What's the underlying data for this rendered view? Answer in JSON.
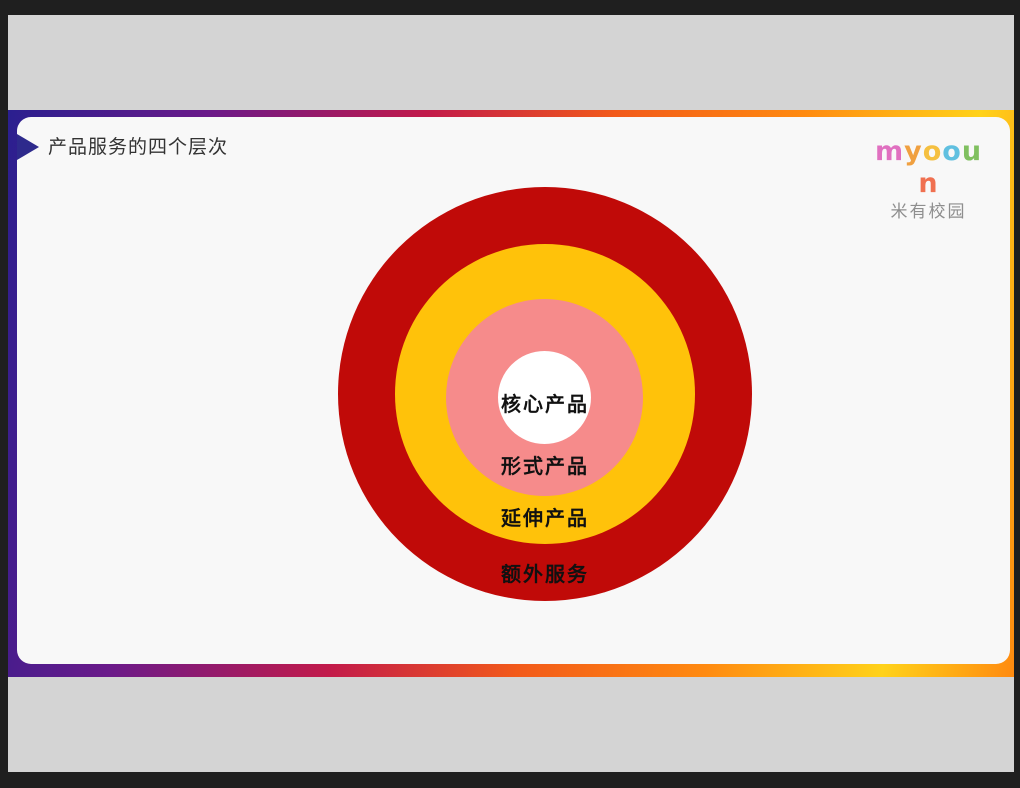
{
  "slide": {
    "title": "产品服务的四个层次"
  },
  "logo": {
    "letters": [
      "m",
      "y",
      "o",
      "o",
      "u",
      "n"
    ],
    "letter_colors": [
      "#e070c0",
      "#f0a040",
      "#f5c040",
      "#60c0e0",
      "#80c060",
      "#f07050"
    ],
    "subtitle": "米有校园"
  },
  "diagram": {
    "type": "concentric-layers",
    "layers": [
      {
        "label": "核心产品",
        "color": "#ffffff"
      },
      {
        "label": "形式产品",
        "color": "#f68b8b"
      },
      {
        "label": "延伸产品",
        "color": "#ffc20a"
      },
      {
        "label": "额外服务",
        "color": "#c00a08"
      }
    ]
  }
}
